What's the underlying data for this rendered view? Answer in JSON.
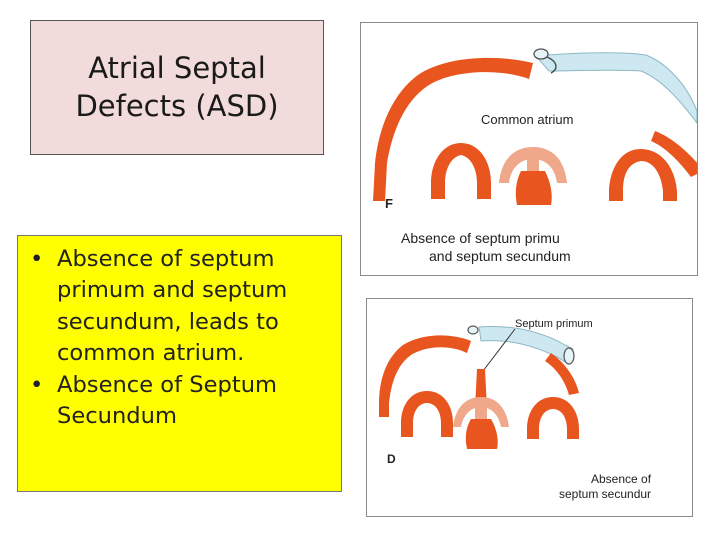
{
  "title": {
    "line1": "Atrial Septal",
    "line2": "Defects (ASD)"
  },
  "bullets": [
    {
      "symbol": "•",
      "lines": [
        "Absence of septum",
        "primum and septum",
        "secundum, leads to",
        "common atrium."
      ]
    },
    {
      "symbol": "•",
      "lines": [
        "Absence of Septum",
        "Secundum"
      ]
    }
  ],
  "figure_f": {
    "panel_letter": "F",
    "label_common_atrium": "Common atrium",
    "caption_line1": "Absence of septum primu",
    "caption_line2": "and septum secundum"
  },
  "figure_d": {
    "panel_letter": "D",
    "label_septum_primum": "Septum primum",
    "caption_line1": "Absence of",
    "caption_line2": "septum secundur"
  },
  "colors": {
    "title_bg": "#f2dcdb",
    "bullet_bg": "#ffff00",
    "heart_wall": "#e8551e",
    "septum_light": "#f0a88a",
    "vessel_blue": "#cde8f0"
  }
}
